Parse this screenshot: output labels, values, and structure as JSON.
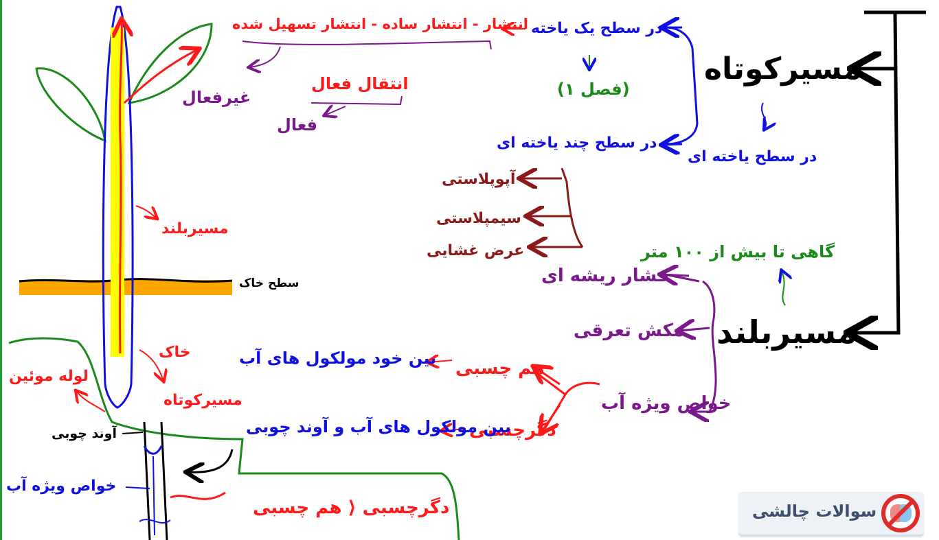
{
  "colors": {
    "blue": "#1010e0",
    "red": "#ff1a1a",
    "green": "#1a8a1a",
    "purple": "#7a1a8a",
    "maroon": "#8b1a1a",
    "black": "#000000",
    "yellow": "#ffff00",
    "soil": "#ffa500",
    "frame": "#1f9a3a"
  },
  "labels": {
    "short_path": "مسیرکوتاه",
    "long_path": "مسیربلند",
    "cell_level": "در سطح یاخته ای",
    "one_tissue": "در سطح یک یاخته",
    "multi_tissue": "در سطح چند یاخته ای",
    "chapter1": "(فصل ۱)",
    "diffusion_list": "انتشار - انتشار ساده - انتشار تسهیل شده",
    "passive": "غیرفعال",
    "active_transport": "انتقال فعال",
    "active": "فعال",
    "apoplast": "آپوپلاستی",
    "symplast": "سیمپلاستی",
    "transmembrane": "عرض غشایی",
    "tall_plants": "گاهی تا بیش از ۱۰۰ متر",
    "root_pressure": "فشار ریشه ای",
    "transpiration_pull": "مکش تعرقی",
    "water_properties": "خواص ویژه آب",
    "cohesion": "هم چسبی",
    "cohesion_def": "بین خود مولکول های آب",
    "adhesion": "دگرچسبی",
    "adhesion_def": "بین مولکول های آب و آوند چوبی",
    "adhesion_cohesion": "دگرچسبی ⟨ هم چسبی",
    "soil_surface": "سطح خاک",
    "soil": "خاک",
    "long_path_plant": "مسیربلند",
    "short_path_plant": "مسیرکوتاه",
    "capillary": "لوله موئین",
    "xylem": "آوند چوبی",
    "water_properties_2": "خواص ویژه آب"
  },
  "logo": {
    "text": "سوالات چالشی",
    "icon": "no-brain-icon"
  }
}
